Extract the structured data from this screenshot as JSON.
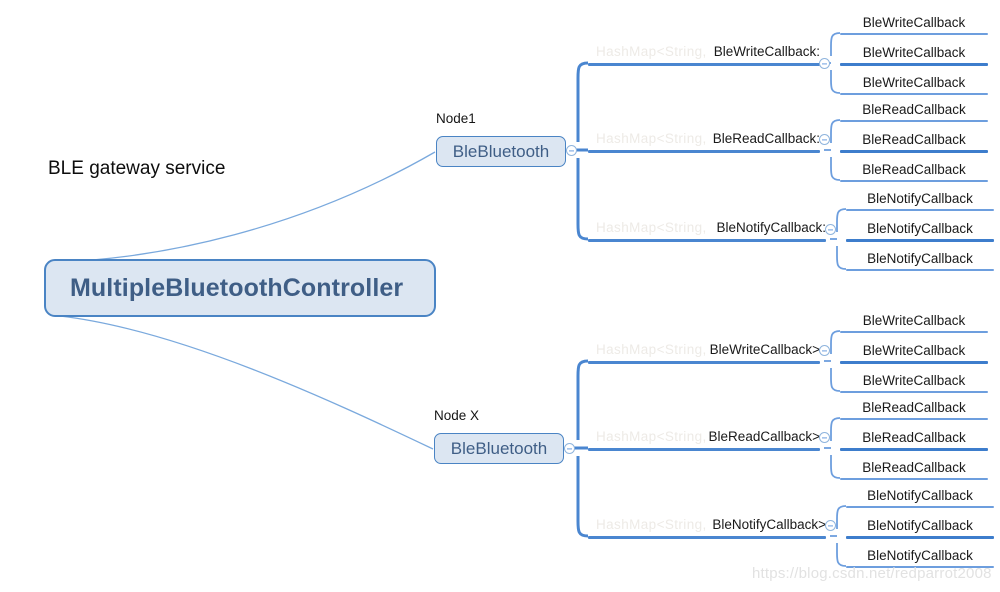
{
  "diagram": {
    "caption": "BLE gateway service",
    "watermark": "https://blog.csdn.net/redparrot2008",
    "colors": {
      "node_fill": "#dce6f2",
      "node_border": "#4a84c4",
      "node_text": "#3f5e86",
      "bar": "#4a86d0",
      "leaf_bar": "#6d9ede",
      "connector": "#7aa9dd",
      "label_text": "#1a1a1a",
      "watermark": "#e2e2e2"
    },
    "root": {
      "label": "MultipleBluetoothController"
    },
    "nodes": [
      {
        "tag": "Node1",
        "label": "BleBluetooth",
        "branches": [
          {
            "label": "BleWriteCallback:",
            "ghost": "HashMap<String,",
            "leaves": [
              "BleWriteCallback",
              "BleWriteCallback",
              "BleWriteCallback"
            ]
          },
          {
            "label": "BleReadCallback:",
            "ghost": "HashMap<String,",
            "leaves": [
              "BleReadCallback",
              "BleReadCallback",
              "BleReadCallback"
            ]
          },
          {
            "label": "BleNotifyCallback:",
            "ghost": "HashMap<String,",
            "leaves": [
              "BleNotifyCallback",
              "BleNotifyCallback",
              "BleNotifyCallback"
            ]
          }
        ]
      },
      {
        "tag": "Node X",
        "label": "BleBluetooth",
        "branches": [
          {
            "label": "BleWriteCallback>",
            "ghost": "HashMap<String,",
            "leaves": [
              "BleWriteCallback",
              "BleWriteCallback",
              "BleWriteCallback"
            ]
          },
          {
            "label": "BleReadCallback>",
            "ghost": "HashMap<String,",
            "leaves": [
              "BleReadCallback",
              "BleReadCallback",
              "BleReadCallback"
            ]
          },
          {
            "label": "BleNotifyCallback>",
            "ghost": "HashMap<String,",
            "leaves": [
              "BleNotifyCallback",
              "BleNotifyCallback",
              "BleNotifyCallback"
            ]
          }
        ]
      }
    ],
    "toggles": {
      "icon": "collapse-minus-icon",
      "count": 8
    }
  }
}
